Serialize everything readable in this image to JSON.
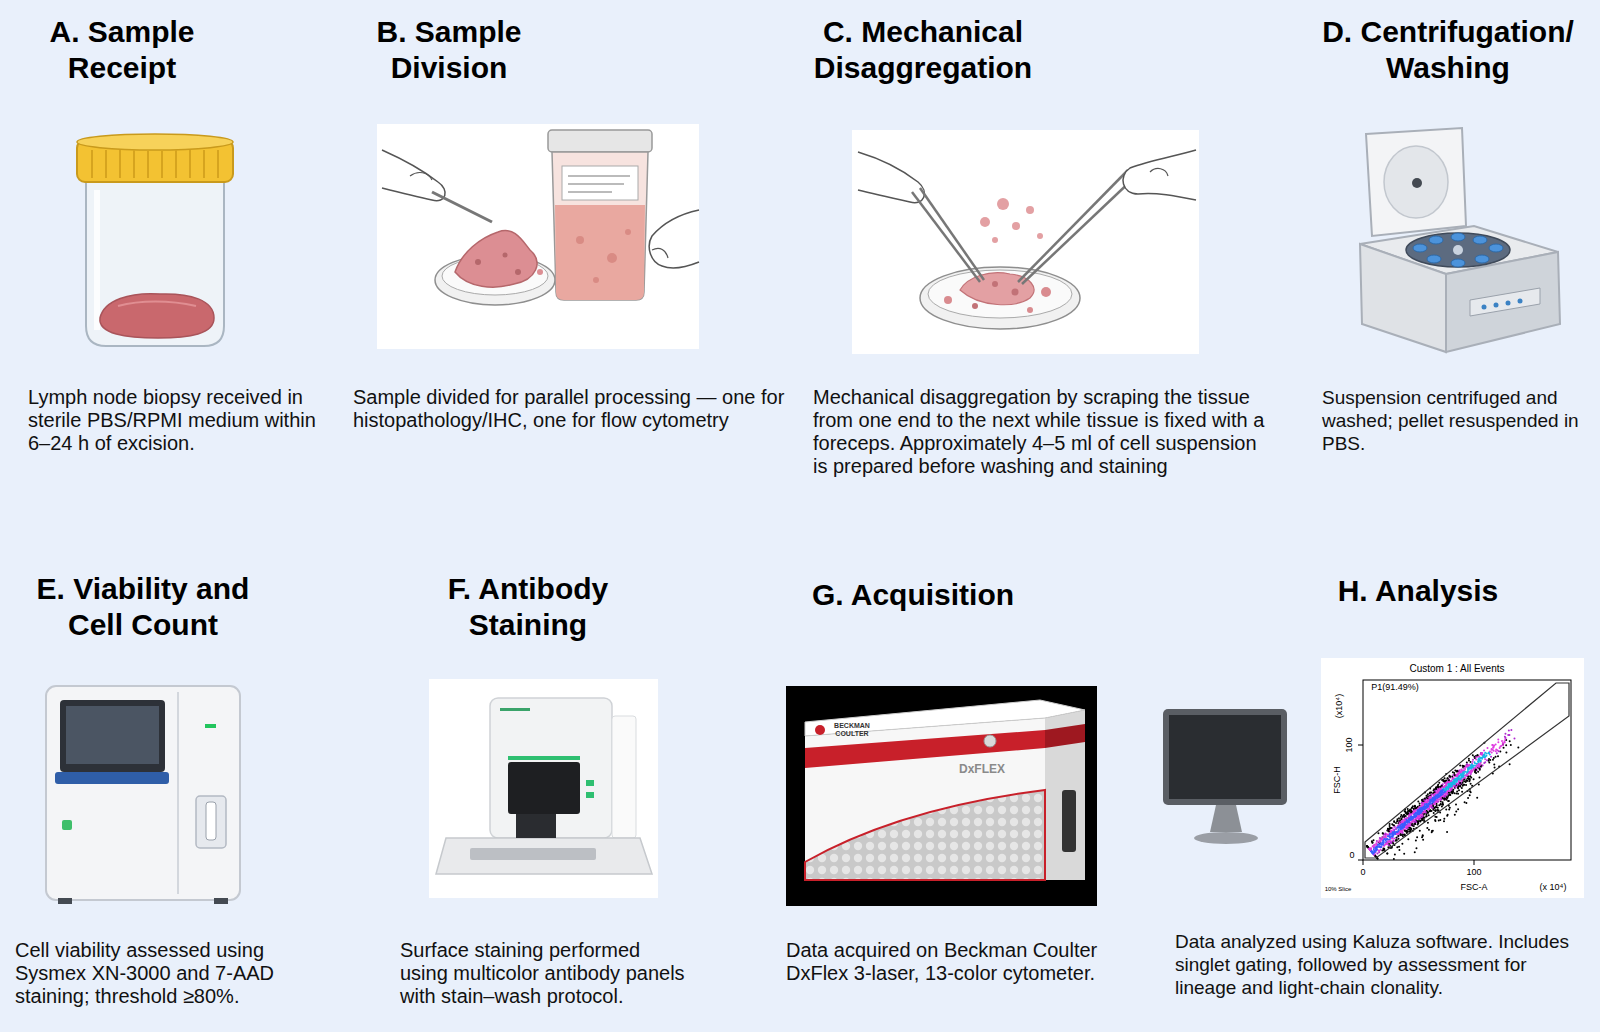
{
  "diagram": {
    "nodes": [
      {
        "text": [
          "A. Sample Receipt",
          "Lymph node biopsy received in sterile PBS/RPMI medium within 6–24 h of excision."
        ]
      },
      {
        "text": [
          "B. Sample Division",
          "Sample divided for parallel processing — one for histopathology/IHC, one for flow cytometry"
        ]
      },
      {
        "text": [
          "C. Mechanical Disaggregation",
          "Mechanical disaggregation by scraping the tissue from one end to the next while tissue is fixed with a foreceps. Approximately 4–5 ml of cell suspension is prepared before washing and staining"
        ]
      },
      {
        "text": [
          "D. Centrifugation/ Washing",
          "Suspension centrifuged and washed; pellet resuspended in PBS."
        ]
      },
      {
        "text": [
          "E. Viability and Cell Count",
          "Cell viability assessed using Sysmex XN-3000 and 7-AAD staining; threshold ≥80%."
        ]
      },
      {
        "text": [
          "F. Antibody Staining",
          "Surface staining performed using multicolor antibody panels with stain–wash protocol."
        ]
      },
      {
        "text": [
          "G. Acquisition",
          "Data acquired on Beckman Coulter DxFlex 3-laser, 13-color cytometer."
        ]
      },
      {
        "text": [
          "H. Analysis",
          "Data analyzed using Kaluza software. Includes singlet gating, followed by assessment for lineage and light-chain clonality."
        ]
      }
    ],
    "labels": [
      "BECKMAN COULTER",
      "DxFLEX",
      "Custom 1 : All Events",
      "P1(91.49%)",
      "(x10⁴)",
      "100",
      "FSC-H",
      "0",
      "0",
      "100",
      "10% Slice",
      "FSC-A",
      "(x 10⁴)"
    ]
  }
}
